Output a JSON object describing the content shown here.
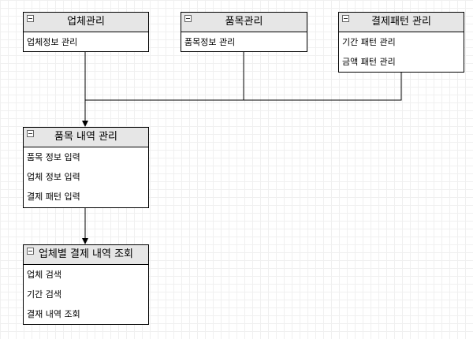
{
  "entities": {
    "vendor": {
      "title": "업체관리",
      "items": [
        "업체정보 관리"
      ]
    },
    "product": {
      "title": "품목관리",
      "items": [
        "품목정보 관리"
      ]
    },
    "payment_pattern": {
      "title": "결제패턴 관리",
      "items": [
        "기간 패턴 관리",
        "금액 패턴 관리"
      ]
    },
    "item_history": {
      "title": "품목 내역 관리",
      "items": [
        "품목 정보 입력",
        "업체 정보 입력",
        "결제 패턴 입력"
      ]
    },
    "vendor_payment": {
      "title": "업체별 결제 내역 조회",
      "items": [
        "업체 검색",
        "기간 검색",
        "결재 내역 조회"
      ]
    }
  },
  "colors": {
    "header_bg": "#e6e6e6",
    "border": "#000000",
    "grid": "#f0f0f0"
  }
}
